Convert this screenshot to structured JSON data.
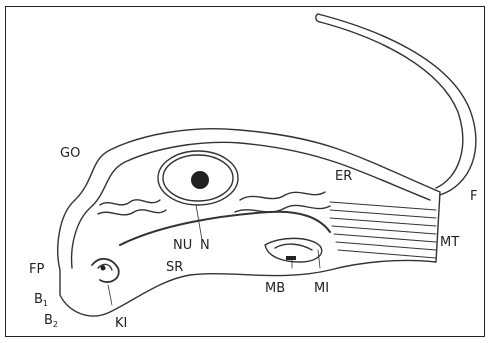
{
  "labels": {
    "go": "GO",
    "er": "ER",
    "f": "F",
    "mt": "MT",
    "fp": "FP",
    "b1_base": "B",
    "b1_sub": "1",
    "b2_base": "B",
    "b2_sub": "2",
    "ki": "KI",
    "nu": "NU",
    "n": "N",
    "sr": "SR",
    "mb": "MB",
    "mi": "MI"
  }
}
